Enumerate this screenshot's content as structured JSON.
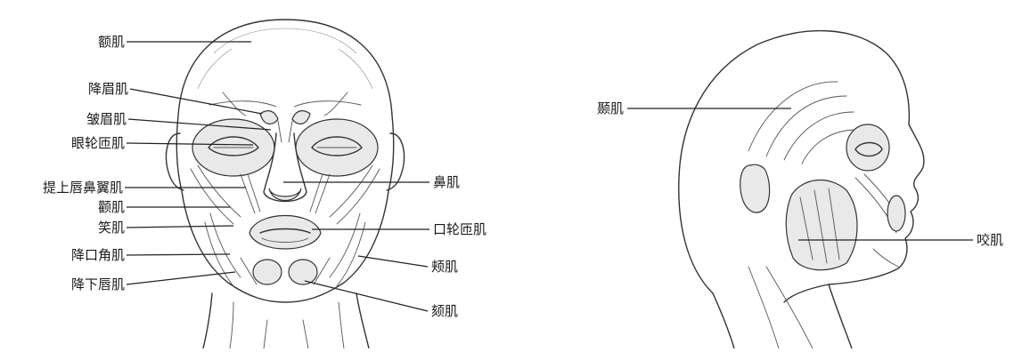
{
  "front_view": {
    "labels": {
      "frontalis": "额肌",
      "procerus": "降眉肌",
      "corrugator": "皱眉肌",
      "orbicularis_oculi": "眼轮匝肌",
      "levator_labii_alaeque": "提上唇鼻翼肌",
      "zygomaticus": "颧肌",
      "risorius": "笑肌",
      "depressor_anguli_oris": "降口角肌",
      "depressor_labii_inferioris": "降下唇肌",
      "nasalis": "鼻肌",
      "orbicularis_oris": "口轮匝肌",
      "buccinator": "颊肌",
      "mentalis": "颏肌"
    }
  },
  "side_view": {
    "labels": {
      "temporalis": "颞肌",
      "masseter": "咬肌"
    }
  }
}
